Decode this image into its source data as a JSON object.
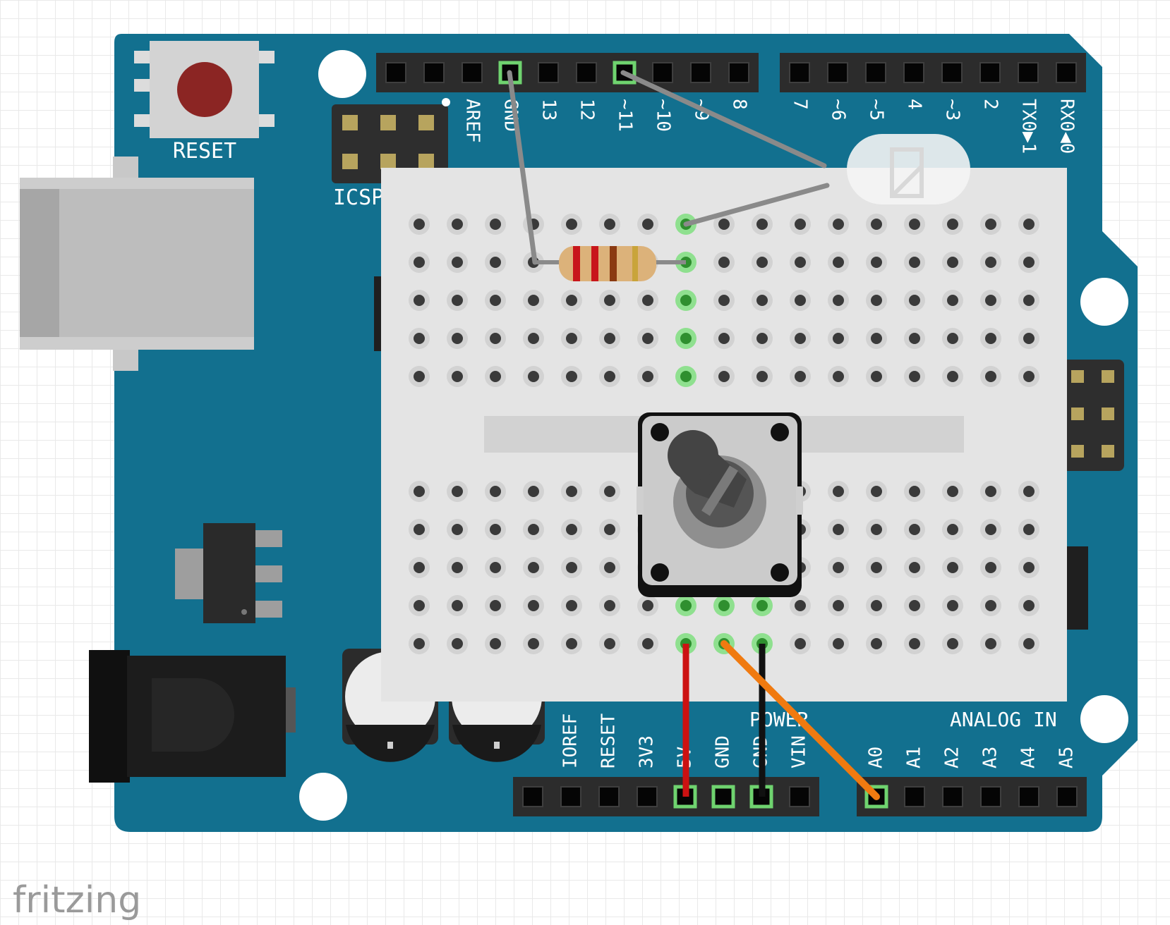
{
  "board": {
    "reset_label": "RESET",
    "icsp_label": "ICSP",
    "power_label": "POWER",
    "analog_label": "ANALOG IN"
  },
  "top_left_labels": [
    "AREF",
    "GND",
    "13",
    "12",
    "~11",
    "~10",
    "~9",
    "8"
  ],
  "top_right_labels": [
    "7",
    "~6",
    "~5",
    "4",
    "~3",
    "2",
    "TX0▶1",
    "RX0◀0"
  ],
  "power_labels": [
    "IOREF",
    "RESET",
    "3V3",
    "5V",
    "GND",
    "GND",
    "VIN"
  ],
  "analog_labels": [
    "A0",
    "A1",
    "A2",
    "A3",
    "A4",
    "A5"
  ],
  "watermark": "fritzing",
  "colors": {
    "board": "#12708f",
    "breadboard": "#e4e4e4",
    "wire_gray": "#8a8a8a",
    "wire_red": "#cc1111",
    "wire_black": "#111111",
    "wire_orange": "#f07a10",
    "connected": "#6fd36f",
    "reset_button": "#8b2523"
  }
}
